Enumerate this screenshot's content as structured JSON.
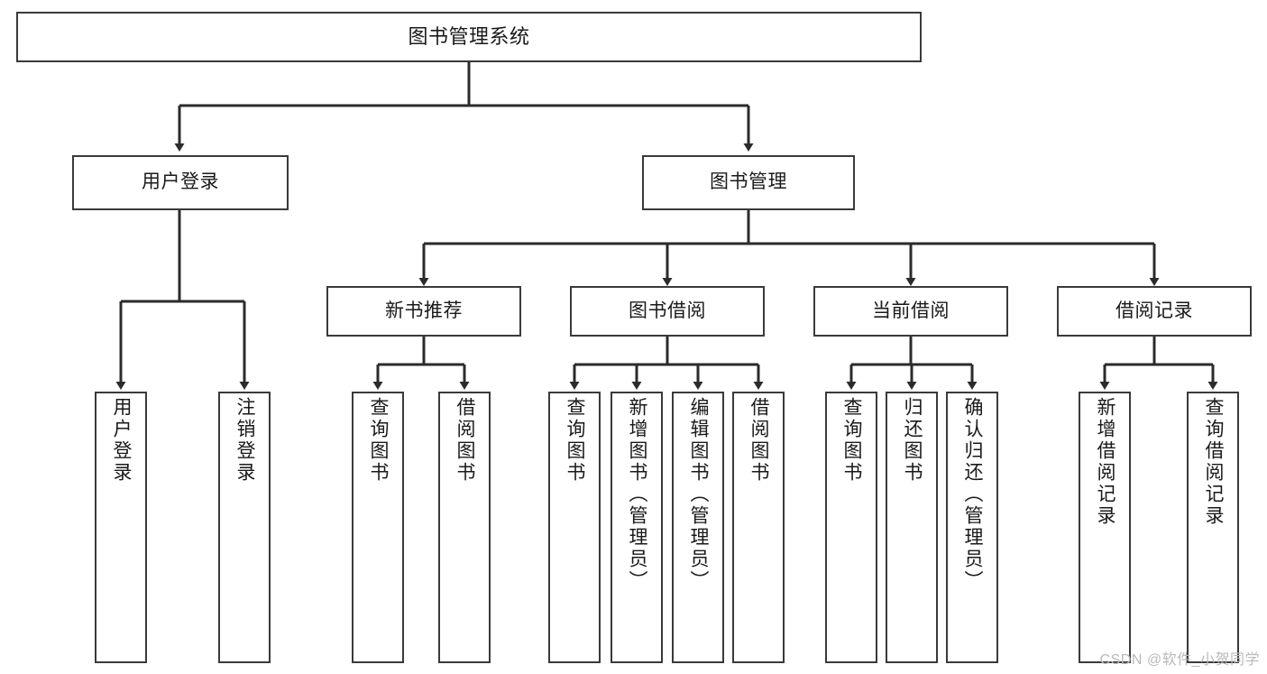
{
  "diagram": {
    "title": "图书管理系统",
    "type": "tree",
    "watermark": "CSDN @软件_小贺同学",
    "colors": {
      "border": "#3a3a3a",
      "fill": "#ffffff",
      "text": "#1a1a1a",
      "watermark": "#b9b9b9"
    },
    "nodes": {
      "root": {
        "label": "图书管理系统"
      },
      "level2": [
        {
          "label": "用户登录"
        },
        {
          "label": "图书管理"
        }
      ],
      "level3": [
        {
          "label": "新书推荐"
        },
        {
          "label": "图书借阅"
        },
        {
          "label": "当前借阅"
        },
        {
          "label": "借阅记录"
        }
      ],
      "leaves": {
        "user_login": [
          {
            "label": "用户登录"
          },
          {
            "label": "注销登录"
          }
        ],
        "new_book_recommend": [
          {
            "label": "查询图书"
          },
          {
            "label": "借阅图书"
          }
        ],
        "book_borrow": [
          {
            "label": "查询图书"
          },
          {
            "label": "新增图书（管理员）"
          },
          {
            "label": "编辑图书（管理员）"
          },
          {
            "label": "借阅图书"
          }
        ],
        "current_borrow": [
          {
            "label": "查询图书"
          },
          {
            "label": "归还图书"
          },
          {
            "label": "确认归还（管理员）"
          }
        ],
        "borrow_record": [
          {
            "label": "新增借阅记录"
          },
          {
            "label": "查询借阅记录"
          }
        ]
      }
    }
  }
}
